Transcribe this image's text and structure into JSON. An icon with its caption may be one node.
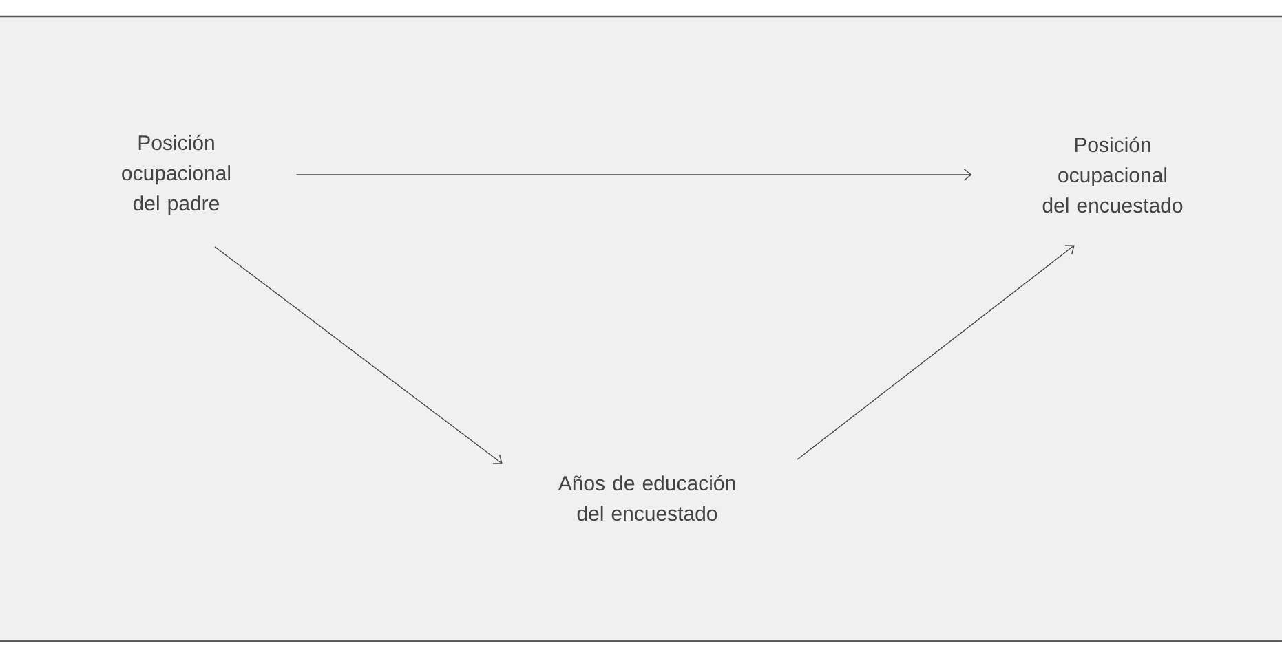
{
  "diagram": {
    "nodes": [
      {
        "text": [
          "Posición ocupacional del padre"
        ]
      },
      {
        "text": [
          "Posición ocupacional del encuestado"
        ]
      },
      {
        "text": [
          "Años de educación del encuestado"
        ]
      }
    ],
    "edges": [
      {
        "from": 0,
        "to": 1,
        "arrow": "to"
      },
      {
        "from": 0,
        "to": 2,
        "arrow": "to"
      },
      {
        "from": 2,
        "to": 1,
        "arrow": "to"
      }
    ]
  }
}
